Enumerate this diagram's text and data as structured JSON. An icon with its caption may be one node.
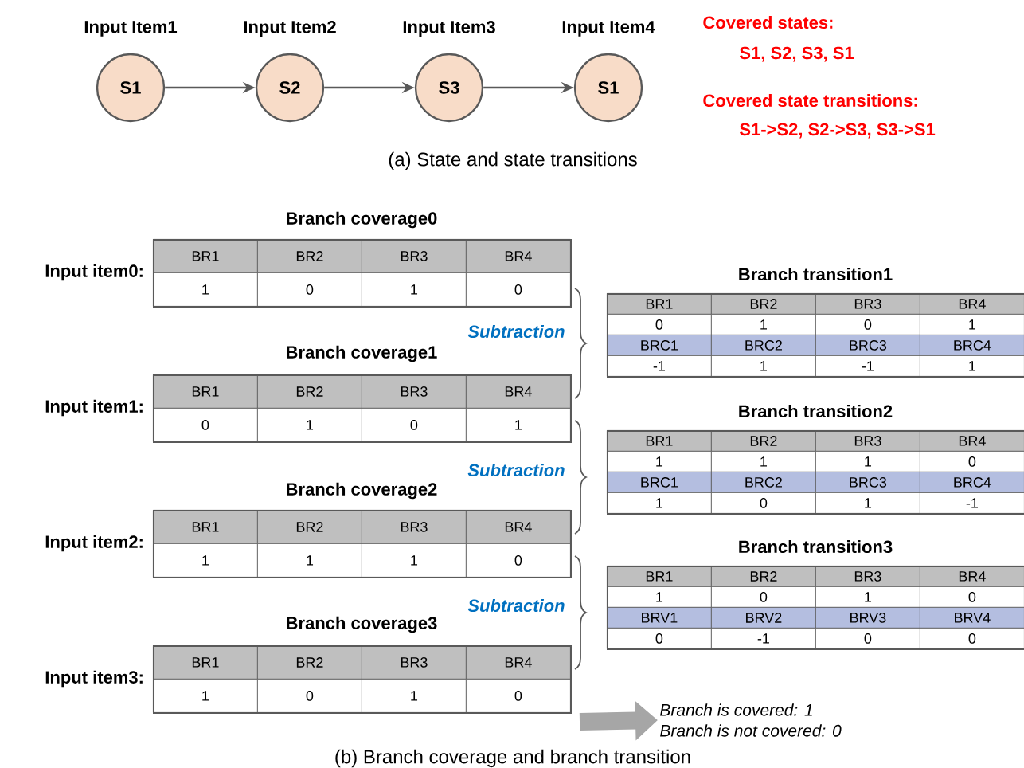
{
  "diagram": {
    "nodes": [
      {
        "text": [
          "Input Item1",
          "S1"
        ]
      },
      {
        "text": [
          "Input Item2",
          "S2"
        ]
      },
      {
        "text": [
          "Input Item3",
          "S3"
        ]
      },
      {
        "text": [
          "Input Item4",
          "S1"
        ]
      },
      {
        "text": [
          "Branch coverage0",
          "BR1",
          "BR2",
          "BR3",
          "BR4",
          "1",
          "0",
          "1",
          "0"
        ],
        "beside": [
          "Input item0:"
        ]
      },
      {
        "text": [
          "Branch coverage1",
          "BR1",
          "BR2",
          "BR3",
          "BR4",
          "0",
          "1",
          "0",
          "1"
        ],
        "beside": [
          "Input item1:"
        ]
      },
      {
        "text": [
          "Branch coverage2",
          "BR1",
          "BR2",
          "BR3",
          "BR4",
          "1",
          "1",
          "1",
          "0"
        ],
        "beside": [
          "Input item2:"
        ]
      },
      {
        "text": [
          "Branch coverage3",
          "BR1",
          "BR2",
          "BR3",
          "BR4",
          "1",
          "0",
          "1",
          "0"
        ],
        "beside": [
          "Input item3:"
        ]
      },
      {
        "text": [
          "Branch transition1",
          "BR1",
          "BR2",
          "BR3",
          "BR4",
          "0",
          "1",
          "0",
          "1",
          "BRC1",
          "BRC2",
          "BRC3",
          "BRC4",
          "-1",
          "1",
          "-1",
          "1"
        ]
      },
      {
        "text": [
          "Branch transition2",
          "BR1",
          "BR2",
          "BR3",
          "BR4",
          "1",
          "1",
          "1",
          "0",
          "BRC1",
          "BRC2",
          "BRC3",
          "BRC4",
          "1",
          "0",
          "1",
          "-1"
        ]
      },
      {
        "text": [
          "Branch transition3",
          "BR1",
          "BR2",
          "BR3",
          "BR4",
          "1",
          "0",
          "1",
          "0",
          "BRV1",
          "BRV2",
          "BRV3",
          "BRV4",
          "0",
          "-1",
          "0",
          "0"
        ]
      },
      {
        "text": [
          "Branch is covered: 1",
          "Branch is not covered: 0"
        ]
      }
    ],
    "edges": [
      {
        "from": 0,
        "to": 1,
        "arrow": "to"
      },
      {
        "from": 1,
        "to": 2,
        "arrow": "to"
      },
      {
        "from": 2,
        "to": 3,
        "arrow": "to"
      },
      {
        "from": 7,
        "to": 11,
        "arrow": "to",
        "style": "thick",
        "color": "#a6a6a6"
      }
    ],
    "labels": [
      "Covered states:",
      "S1, S2, S3, S1",
      "Covered state transitions:",
      "S1->S2, S2->S3, S3->S1",
      "(a) State and state transitions",
      "Subtraction",
      "Subtraction",
      "Subtraction",
      "(b) Branch coverage and branch transition"
    ]
  }
}
